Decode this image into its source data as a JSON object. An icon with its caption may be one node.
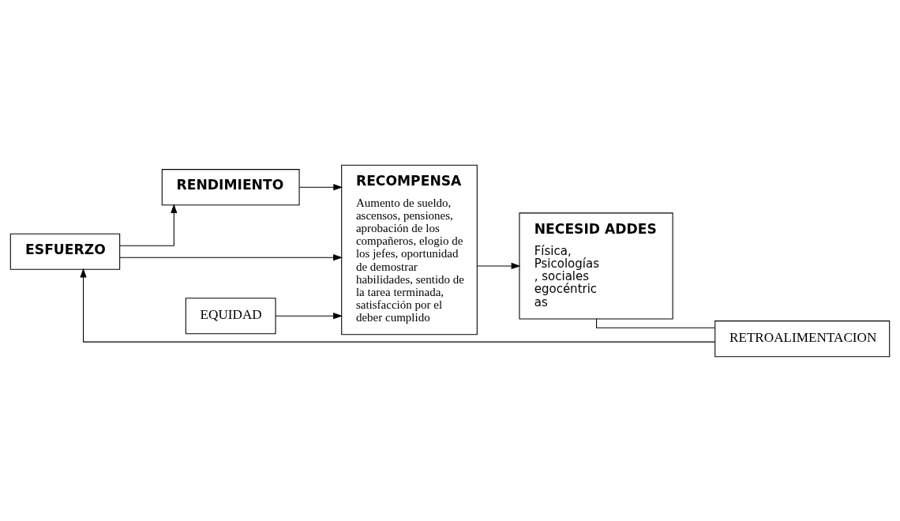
{
  "diagram": {
    "nodes": [
      {
        "text": [
          "ESFUERZO"
        ]
      },
      {
        "text": [
          "RENDIMIENTO"
        ]
      },
      {
        "text": [
          "EQUIDAD"
        ]
      },
      {
        "text": [
          "RECOMPENSA",
          "Aumento de sueldo, ascensos, pensiones, aprobación de los compañeros, elogio de los jefes, oportunidad de demostrar habilidades, sentido de la tarea terminada, satisfacción por el deber cumplido"
        ]
      },
      {
        "text": [
          "NECESID ADDES",
          "Física, Psicologías , sociales egocéntric as"
        ]
      },
      {
        "text": [
          "RETROALIMENTACION"
        ]
      }
    ],
    "edges": [
      {
        "from": 0,
        "to": 1,
        "arrow": "to"
      },
      {
        "from": 1,
        "to": 3,
        "arrow": "to"
      },
      {
        "from": 2,
        "to": 3,
        "arrow": "to"
      },
      {
        "from": 0,
        "to": 3,
        "arrow": "to"
      },
      {
        "from": 3,
        "to": 4,
        "arrow": "to"
      },
      {
        "from": 4,
        "to": 5,
        "arrow": "none"
      },
      {
        "from": 5,
        "to": 0,
        "arrow": "to"
      }
    ]
  }
}
